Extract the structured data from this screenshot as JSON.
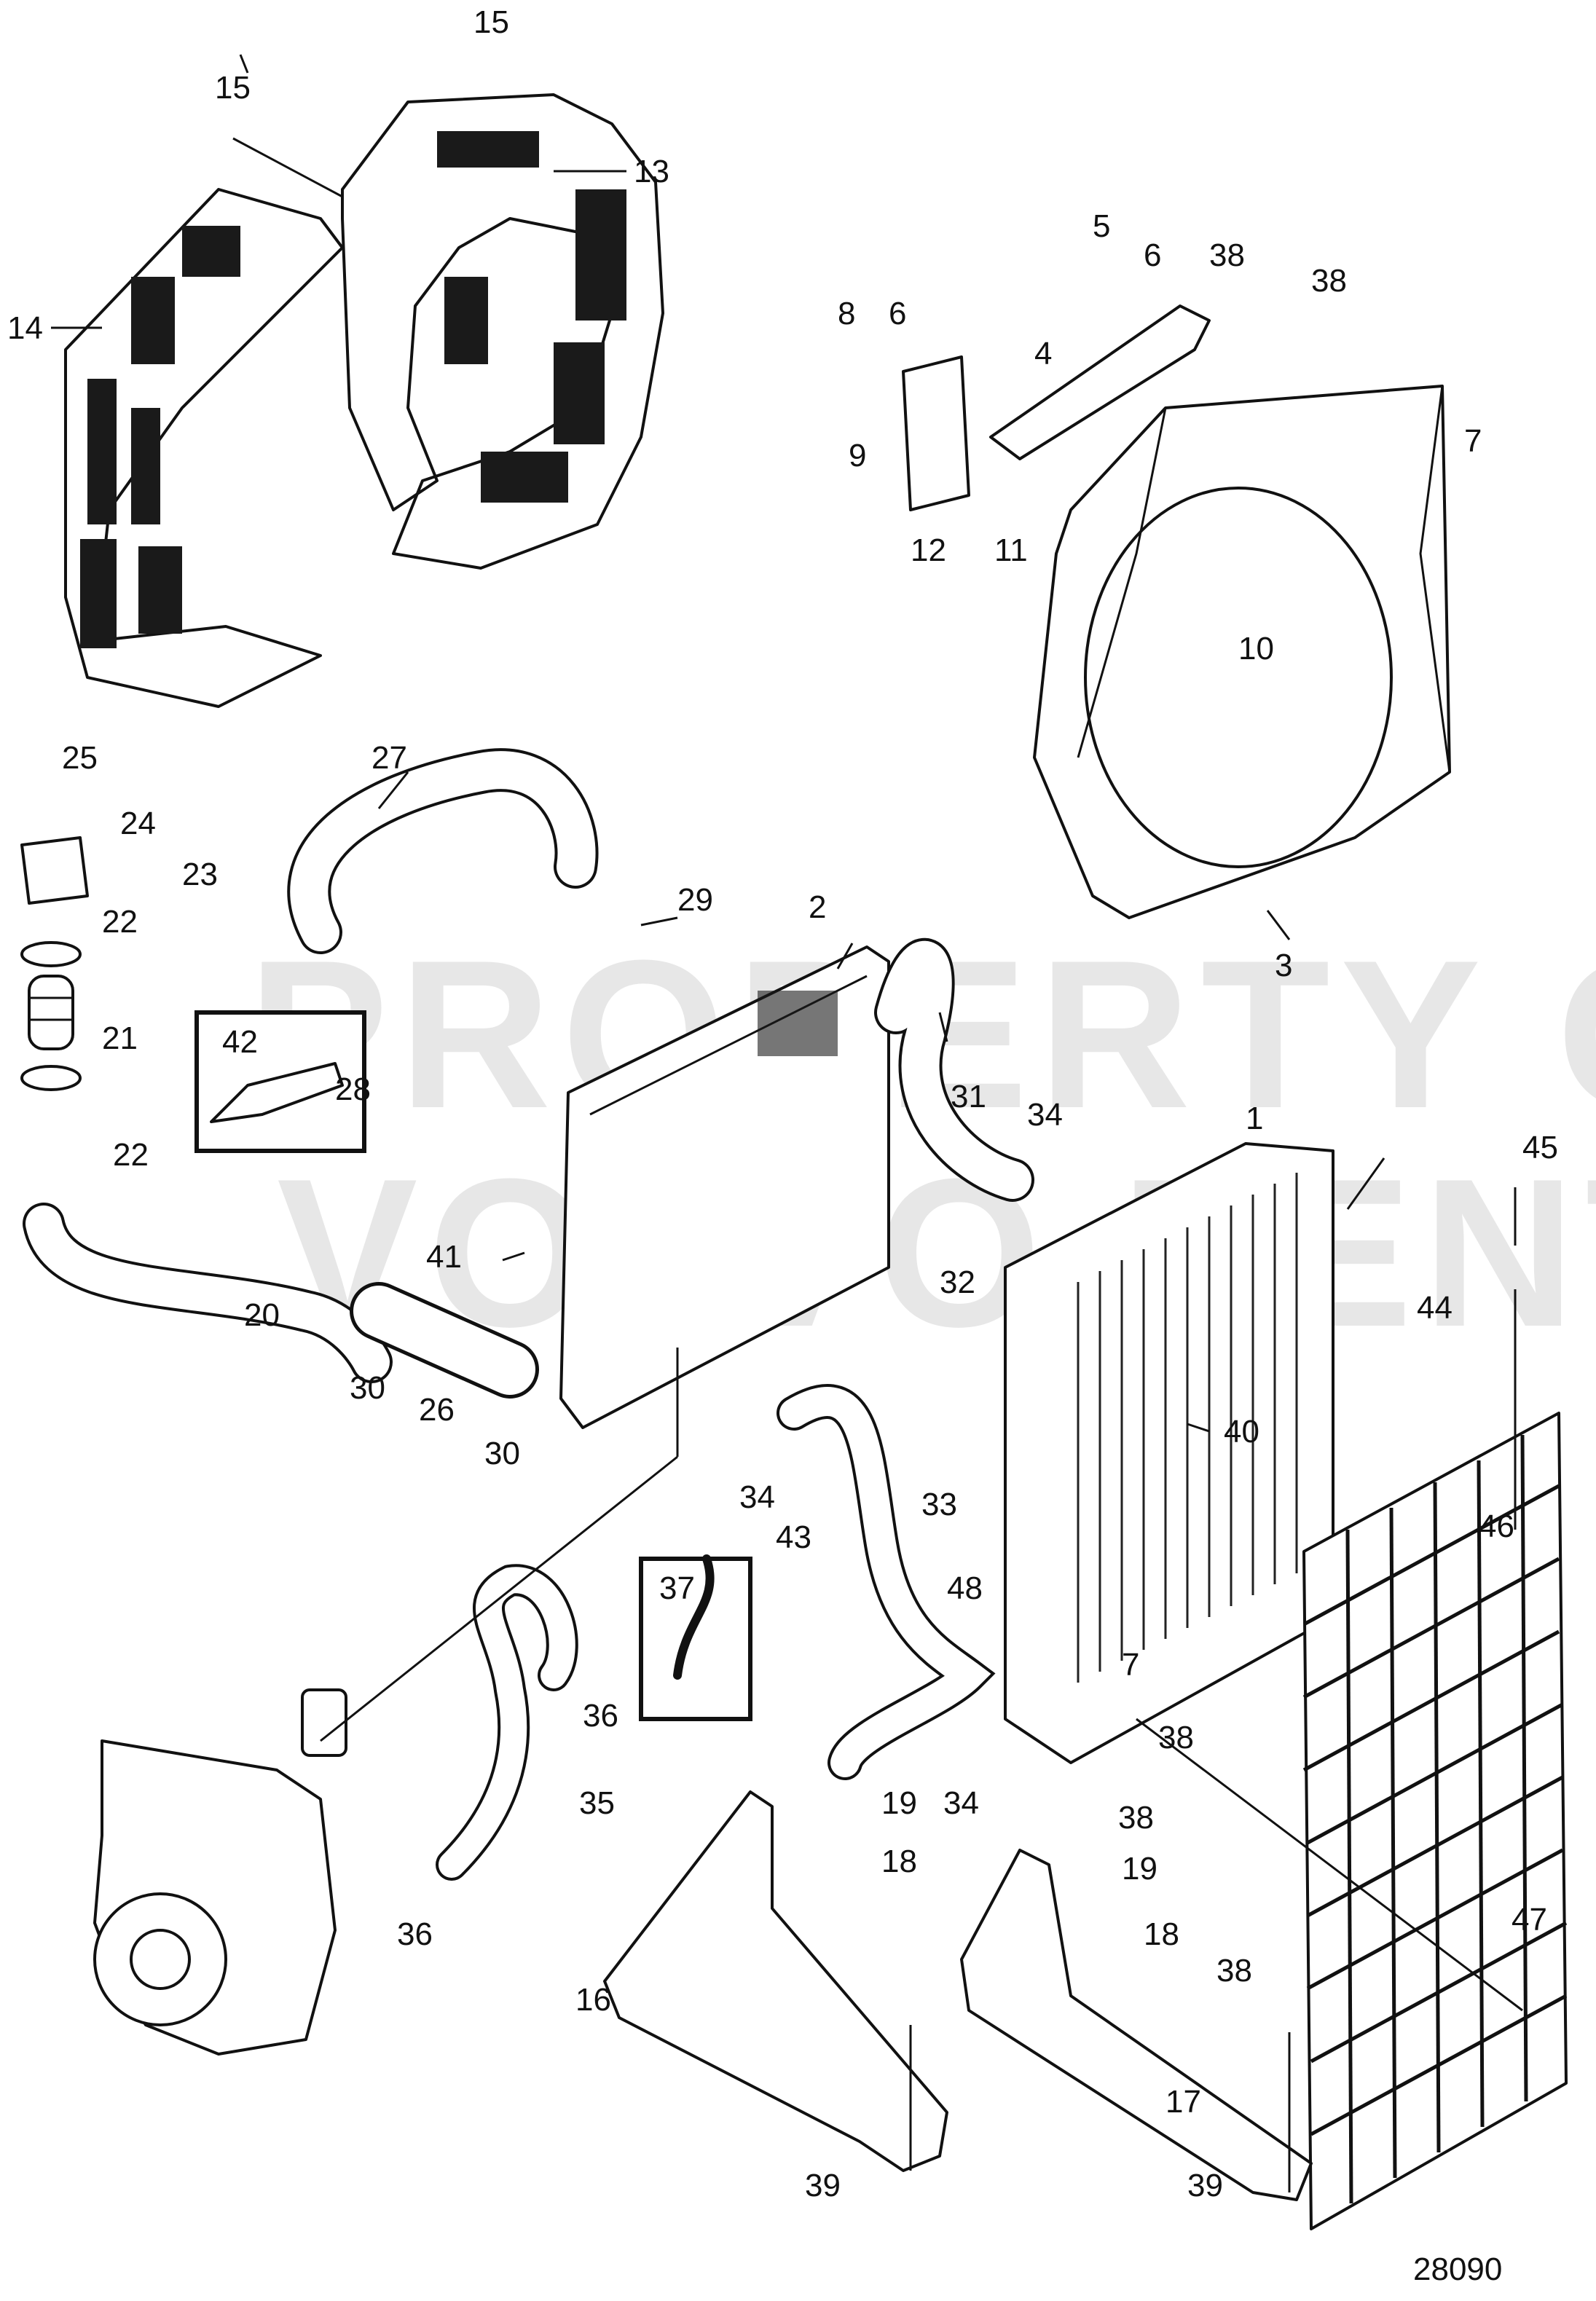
{
  "watermark": {
    "line1": "PROPERTY OF",
    "line2": "VOLVO PENTA"
  },
  "document_id": "28090",
  "callouts": {
    "c1": "1",
    "c2": "2",
    "c3": "3",
    "c4": "4",
    "c5": "5",
    "c6a": "6",
    "c6b": "6",
    "c7a": "7",
    "c7b": "7",
    "c8": "8",
    "c9": "9",
    "c10": "10",
    "c11": "11",
    "c12": "12",
    "c13": "13",
    "c14": "14",
    "c15a": "15",
    "c15b": "15",
    "c16": "16",
    "c17": "17",
    "c18a": "18",
    "c18b": "18",
    "c19a": "19",
    "c19b": "19",
    "c20": "20",
    "c21": "21",
    "c22a": "22",
    "c22b": "22",
    "c23": "23",
    "c24": "24",
    "c25": "25",
    "c26": "26",
    "c27": "27",
    "c28": "28",
    "c29": "29",
    "c30a": "30",
    "c30b": "30",
    "c31": "31",
    "c32": "32",
    "c33": "33",
    "c34a": "34",
    "c34b": "34",
    "c34c": "34",
    "c35": "35",
    "c36a": "36",
    "c36b": "36",
    "c37": "37",
    "c38a": "38",
    "c38b": "38",
    "c38c": "38",
    "c38d": "38",
    "c38e": "38",
    "c39a": "39",
    "c39b": "39",
    "c40": "40",
    "c41": "41",
    "c42": "42",
    "c43": "43",
    "c44": "44",
    "c45": "45",
    "c46": "46",
    "c47": "47",
    "c48": "48"
  },
  "colors": {
    "line": "#111111",
    "background": "#ffffff",
    "watermark": "#bdbdbd"
  }
}
